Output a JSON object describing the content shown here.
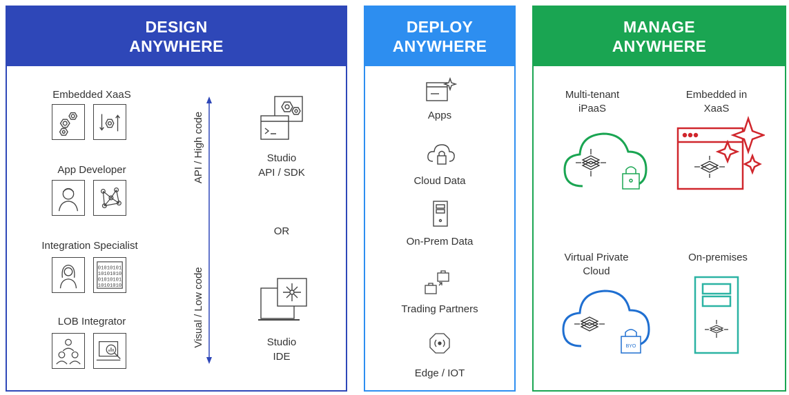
{
  "design": {
    "title_line1": "DESIGN",
    "title_line2": "ANYWHERE",
    "personas": [
      {
        "label": "Embedded XaaS"
      },
      {
        "label": "App Developer"
      },
      {
        "label": "Integration Specialist"
      },
      {
        "label": "LOB Integrator"
      }
    ],
    "axis_top": "API / High code",
    "axis_bottom": "Visual / Low code",
    "tool_top_line1": "Studio",
    "tool_top_line2": "API / SDK",
    "or_label": "OR",
    "tool_bottom_line1": "Studio",
    "tool_bottom_line2": "IDE",
    "binary_text": "01010101\n10101010\n01010101\n10101010"
  },
  "deploy": {
    "title_line1": "DEPLOY",
    "title_line2": "ANYWHERE",
    "items": [
      {
        "label": "Apps",
        "icon": "app-window-sparkle-icon"
      },
      {
        "label": "Cloud Data",
        "icon": "cloud-lock-icon"
      },
      {
        "label": "On-Prem Data",
        "icon": "server-icon"
      },
      {
        "label": "Trading Partners",
        "icon": "briefcase-exchange-icon"
      },
      {
        "label": "Edge / IOT",
        "icon": "iot-signal-icon"
      }
    ]
  },
  "manage": {
    "title_line1": "MANAGE",
    "title_line2": "ANYWHERE",
    "items": [
      {
        "line1": "Multi-tenant",
        "line2": "iPaaS",
        "icon": "green-cloud-lock-icon"
      },
      {
        "line1": "Embedded in",
        "line2": "XaaS",
        "icon": "red-window-sparkle-icon"
      },
      {
        "line1": "Virtual Private",
        "line2": "Cloud",
        "icon": "blue-cloud-byo-lock-icon"
      },
      {
        "line1": "On-premises",
        "line2": "",
        "icon": "teal-server-icon"
      }
    ],
    "byo_text": "BYO"
  },
  "colors": {
    "design": "#2e47b8",
    "deploy": "#2d8ef0",
    "manage": "#1aa552",
    "red": "#d0262c",
    "blue": "#1f6fd1",
    "teal": "#2bb3a3"
  }
}
